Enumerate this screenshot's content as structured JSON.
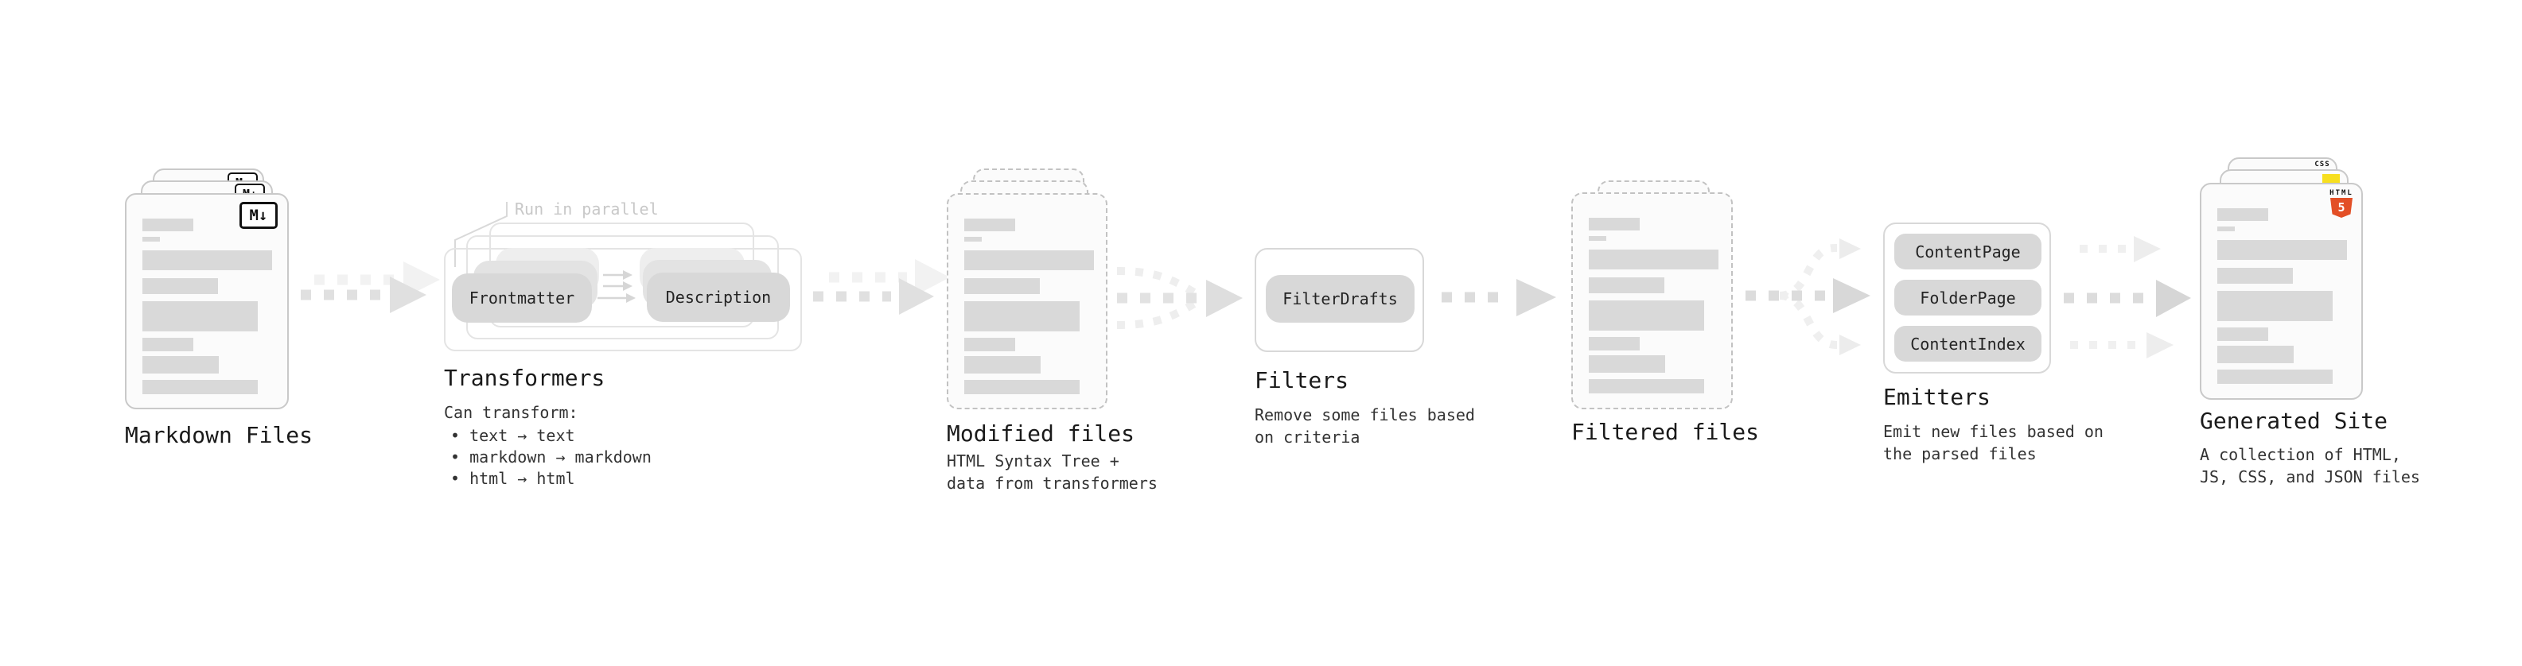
{
  "stages": {
    "markdown": {
      "title": "Markdown Files"
    },
    "transformers": {
      "title": "Transformers",
      "note": "Run in parallel",
      "pill_left": "Frontmatter",
      "pill_right": "Description",
      "sub_head": "Can transform:",
      "bullets": [
        "• text → text",
        "• markdown → markdown",
        "• html → html"
      ]
    },
    "modified": {
      "title": "Modified files",
      "subtitle": "HTML Syntax Tree +\ndata from transformers"
    },
    "filters": {
      "title": "Filters",
      "pill": "FilterDrafts",
      "subtitle": "Remove some files based\non criteria"
    },
    "filtered": {
      "title": "Filtered files"
    },
    "emitters": {
      "title": "Emitters",
      "pills": [
        "ContentPage",
        "FolderPage",
        "ContentIndex"
      ],
      "subtitle": "Emit new files based on\nthe parsed files"
    },
    "generated": {
      "title": "Generated Site",
      "subtitle": "A collection of HTML,\nJS, CSS, and JSON files"
    }
  },
  "badges": {
    "markdown": "M↓",
    "css_label": "CSS",
    "html5_label": "HTML",
    "html5_number": "5"
  },
  "colors": {
    "html5_orange": "#e34f26",
    "css_blue": "#2d5be3",
    "js_yellow": "#f7df1e",
    "bar_gray": "#d9d9d9",
    "arrow_gray": "#dedede"
  }
}
